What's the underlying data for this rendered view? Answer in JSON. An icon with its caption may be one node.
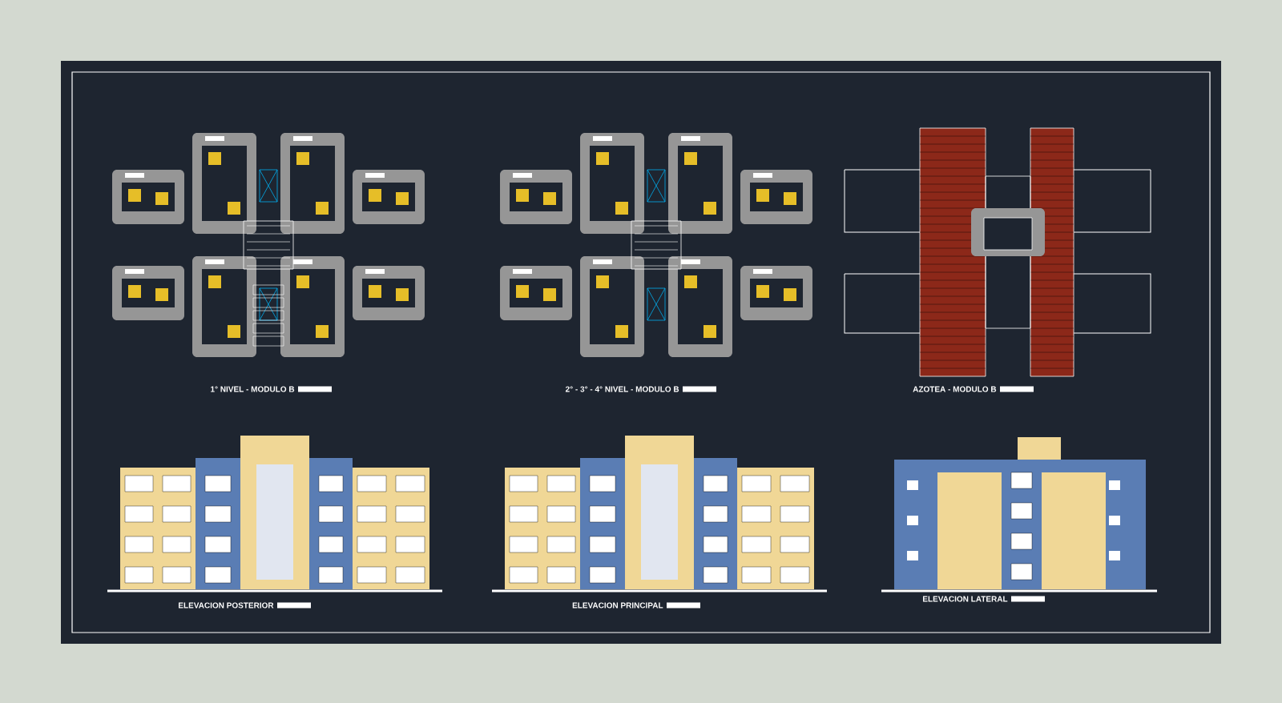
{
  "diagram": {
    "labels": [
      "1° NIVEL - MODULO B",
      "2° - 3° - 4° NIVEL - MODULO B",
      "AZOTEA - MODULO B",
      "ELEVACION POSTERIOR",
      "ELEVACION PRINCIPAL",
      "ELEVACION LATERAL"
    ]
  }
}
